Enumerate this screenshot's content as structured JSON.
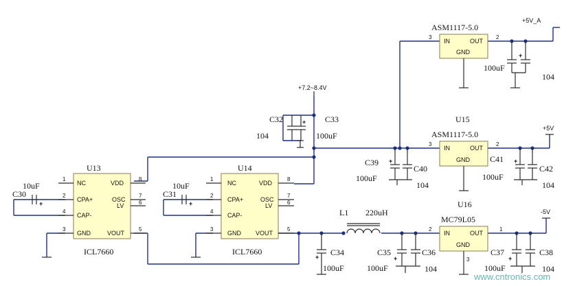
{
  "nets": {
    "vin": "+7.2~8.4V",
    "p5va": "+5V_A",
    "p5v": "+5V",
    "m5v": "-5V"
  },
  "chips": {
    "u13": {
      "ref": "U13",
      "part": "ICL7660",
      "pins": {
        "nc": "NC",
        "cpa": "CPA+",
        "cap": "CAP-",
        "gnd": "GND",
        "vdd": "VDD",
        "osc": "OSC",
        "lv": "LV",
        "vout": "VOUT"
      }
    },
    "u14": {
      "ref": "U14",
      "part": "ICL7660",
      "pins": {
        "nc": "NC",
        "cpa": "CPA+",
        "cap": "CAP-",
        "gnd": "GND",
        "vdd": "VDD",
        "osc": "OSC",
        "lv": "LV",
        "vout": "VOUT"
      }
    },
    "reg_top": {
      "ref": "",
      "part": "ASM1117-5.0",
      "pins": {
        "in": "IN",
        "out": "OUT",
        "gnd": "GND"
      }
    },
    "u15": {
      "ref": "U15",
      "part": "ASM1117-5.0",
      "pins": {
        "in": "IN",
        "out": "OUT",
        "gnd": "GND"
      }
    },
    "u16": {
      "ref": "U16",
      "part": "MC79L05",
      "pins": {
        "in": "IN",
        "out": "OUT",
        "gnd": "GND"
      }
    }
  },
  "pin_numbers": {
    "n1": "1",
    "n2": "2",
    "n3": "3",
    "n4": "4",
    "n5": "5",
    "n6": "6",
    "n7": "7",
    "n8": "8"
  },
  "components": {
    "c30": {
      "ref": "C30",
      "value": "10uF"
    },
    "c31": {
      "ref": "C31",
      "value": "10uF"
    },
    "c32": {
      "ref": "C32",
      "value": "104"
    },
    "c33": {
      "ref": "C33",
      "value": "100uF"
    },
    "c34": {
      "ref": "C34",
      "value": "100uF"
    },
    "c35": {
      "ref": "C35",
      "value": "100uF"
    },
    "c36": {
      "ref": "C36",
      "value": "104"
    },
    "c37": {
      "ref": "C37",
      "value": "100uF"
    },
    "c38": {
      "ref": "C38",
      "value": "104"
    },
    "c39": {
      "ref": "C39",
      "value": "100uF"
    },
    "c40": {
      "ref": "C40",
      "value": "104"
    },
    "c41": {
      "ref": "C41",
      "value": "100uF"
    },
    "c42": {
      "ref": "C42",
      "value": "104"
    },
    "ctop_a": {
      "value": "100uF"
    },
    "ctop_b": {
      "value": "104"
    },
    "l1": {
      "ref": "L1",
      "value": "220uH"
    }
  },
  "polarity_mark": "+",
  "watermark": "www.cntronics.com"
}
